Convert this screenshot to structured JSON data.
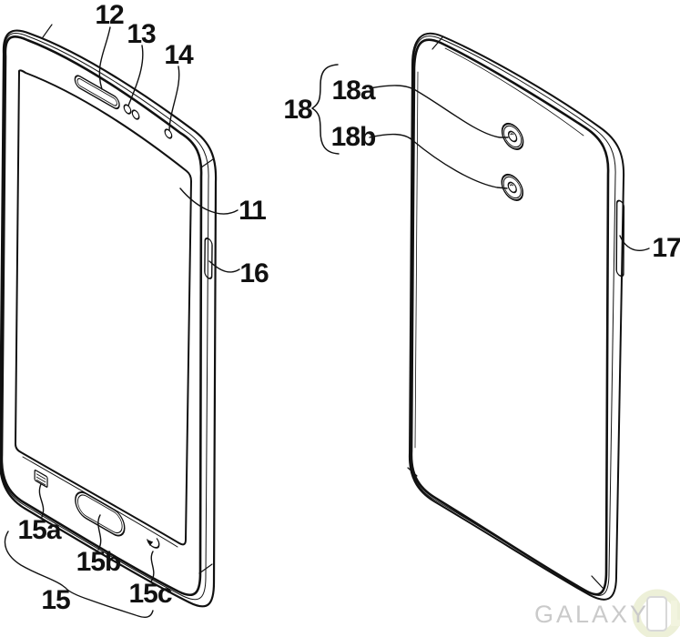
{
  "figure": {
    "title": "Patent-style line drawing of a smartphone, front and back perspective views",
    "views": {
      "front": "front view (display side)",
      "back": "back view (rear cover)"
    },
    "callouts": {
      "display": "11",
      "earpiece": "12",
      "sensors": "13",
      "front_camera": "14",
      "bottom_keys_group": "15",
      "menu_key": "15a",
      "home_key": "15b",
      "back_key": "15c",
      "front_side_key": "16",
      "back_side_key": "17",
      "rear_camera_group": "18",
      "rear_camera_upper": "18a",
      "rear_camera_lower": "18b"
    }
  },
  "watermark": {
    "text": "GALAXY"
  },
  "colors": {
    "line": "#111111",
    "background": "#ffffff",
    "watermark_text": "#cacaca",
    "logo_ring": "#edf0d8",
    "logo_letter": "#f2f4df",
    "logo_phone_outline": "#d8d8d8"
  }
}
